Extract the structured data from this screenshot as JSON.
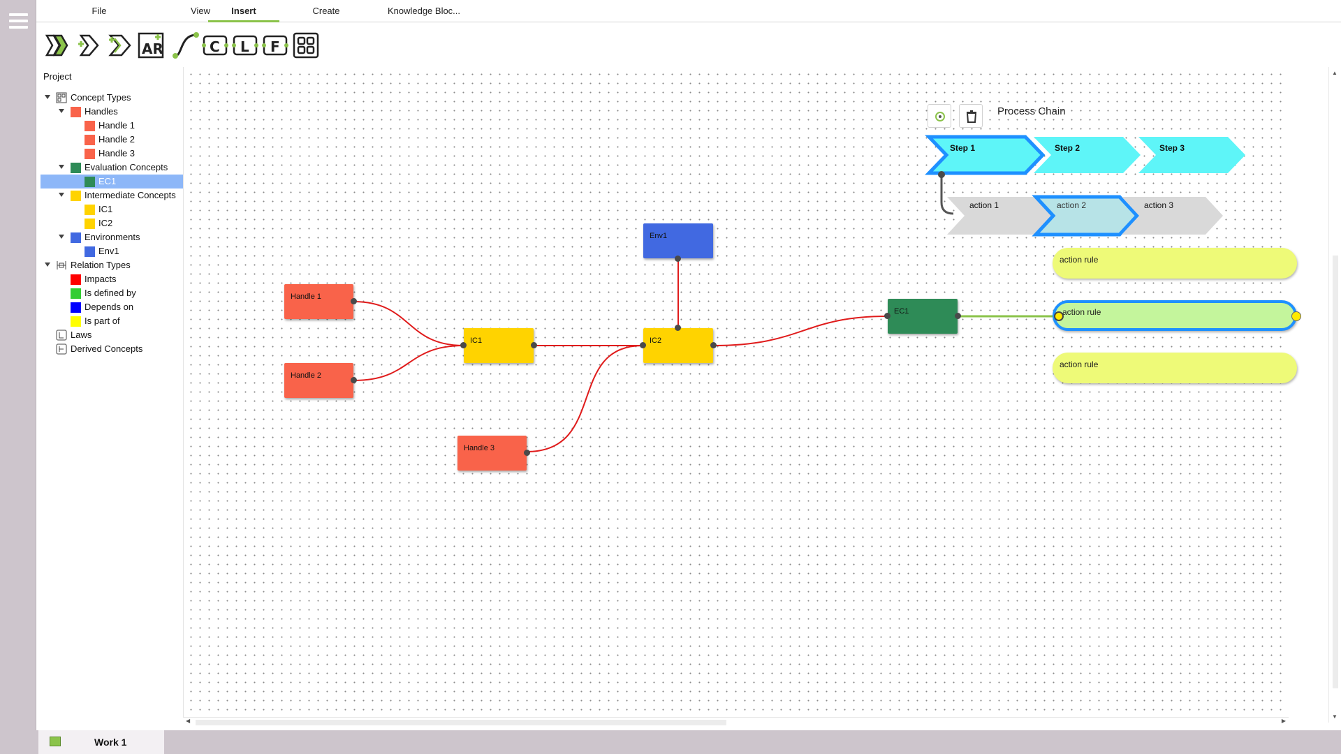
{
  "menu": {
    "file": "File",
    "view": "View",
    "insert": "Insert",
    "create": "Create",
    "knowledge": "Knowledge Bloc..."
  },
  "toolbar": {
    "tools": [
      "process-chain-icon",
      "step-icon",
      "add-step-icon",
      "action-rule-icon",
      "connector-icon",
      "concept-c-icon",
      "law-l-icon",
      "function-f-icon",
      "grid-icon"
    ]
  },
  "project": {
    "title": "Project",
    "tree": {
      "concept_types": "Concept Types",
      "handles": "Handles",
      "handle1": "Handle 1",
      "handle2": "Handle 2",
      "handle3": "Handle 3",
      "evaluation": "Evaluation Concepts",
      "ec1": "EC1",
      "intermediate": "Intermediate Concepts",
      "ic1": "IC1",
      "ic2": "IC2",
      "environments": "Environments",
      "env1": "Env1",
      "relation_types": "Relation Types",
      "impacts": "Impacts",
      "defined_by": "Is defined by",
      "depends_on": "Depends on",
      "part_of": "Is part of",
      "laws": "Laws",
      "derived": "Derived Concepts"
    }
  },
  "colors": {
    "handle": "#f9634a",
    "evaluation": "#2e8b57",
    "intermediate": "#ffd300",
    "environment": "#4169e1",
    "impacts": "#ff0000",
    "defined_by": "#32cd32",
    "depends_on": "#0000ff",
    "part_of": "#ffff00",
    "accent": "#8bc34a",
    "step": "#5ef5f8",
    "rule": "#eefa78"
  },
  "nodes": {
    "handle1": "Handle 1",
    "handle2": "Handle 2",
    "handle3": "Handle 3",
    "ic1": "IC1",
    "ic2": "IC2",
    "env1": "Env1",
    "ec1": "EC1"
  },
  "process_chain": {
    "title": "Process Chain",
    "steps": [
      "Step 1",
      "Step 2",
      "Step 3"
    ],
    "actions": [
      "action 1",
      "action 2",
      "action 3"
    ],
    "rules": [
      "action rule",
      "action rule",
      "action rule"
    ]
  },
  "status": {
    "tab": "Work 1"
  }
}
